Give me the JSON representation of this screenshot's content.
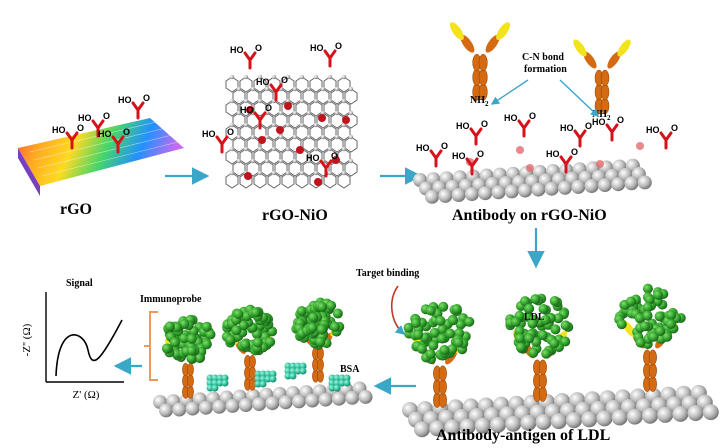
{
  "stages": {
    "rgo": "rGO",
    "rgo_nio": "rGO-NiO",
    "antibody": "Antibody on rGO-NiO",
    "antigen": "Antibody-antigen of LDL"
  },
  "annotations": {
    "cn_bond_line1": "C-N bond",
    "cn_bond_line2": "formation",
    "nh2": "NH",
    "nh2_sub": "2",
    "target_binding": "Target binding",
    "ldl": "LDL",
    "immunoprobe": "Immunoprobe",
    "bsa": "BSA",
    "signal": "Signal",
    "y_axis": "-Z'' (Ω)",
    "x_axis": "Z' (Ω)"
  },
  "chemistry": {
    "ho": "HO",
    "o": "O"
  },
  "colors": {
    "arrow": "#3aa6c8",
    "antibody_orange": "#d46a12",
    "antibody_yellow": "#f2e31a",
    "cooh_red": "#d6121a",
    "ldl_green": "#2e9e2a",
    "graphene_gray": "#b9b9b9",
    "bsa_teal": "#2dbf9a",
    "bracket": "#e79a62"
  }
}
